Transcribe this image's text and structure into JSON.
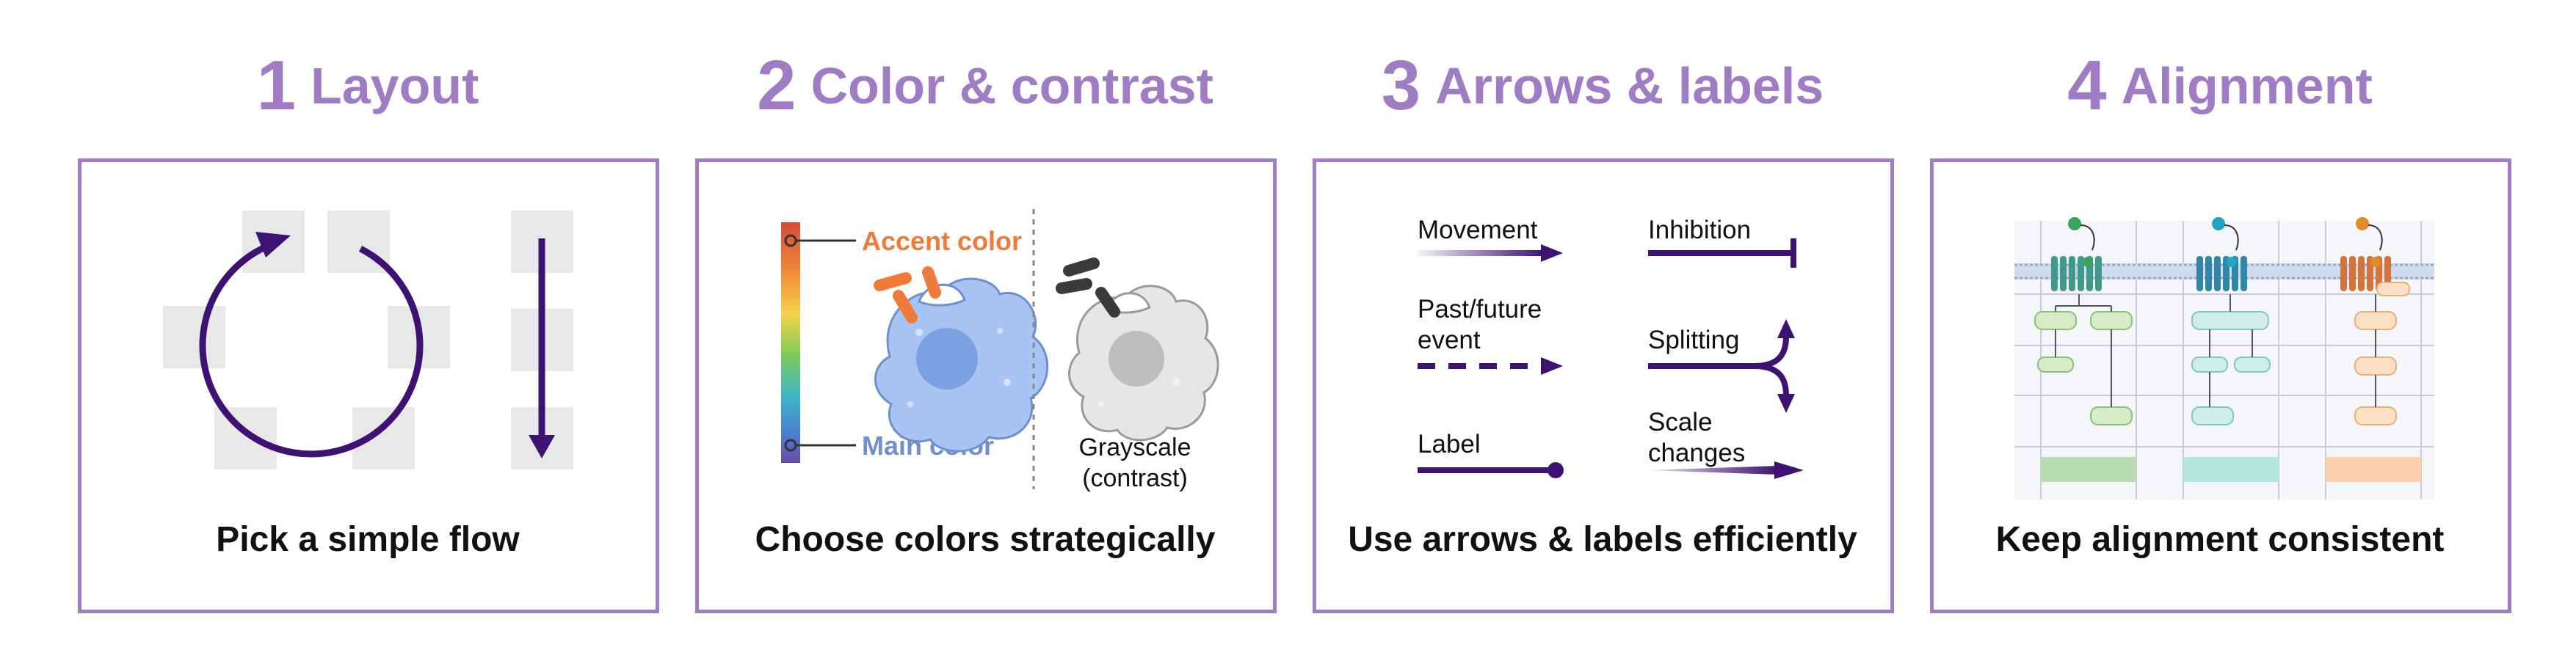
{
  "sections": [
    {
      "num": "1",
      "title": "Layout",
      "caption": "Pick a simple flow"
    },
    {
      "num": "2",
      "title": "Color & contrast",
      "caption": "Choose colors strategically"
    },
    {
      "num": "3",
      "title": "Arrows & labels",
      "caption": "Use arrows & labels efficiently"
    },
    {
      "num": "4",
      "title": "Alignment",
      "caption": "Keep alignment consistent"
    }
  ],
  "color_panel": {
    "accent_label": "Accent color",
    "main_label": "Main color",
    "gray_line1": "Grayscale",
    "gray_line2": "(contrast)"
  },
  "arrows_panel": {
    "movement": "Movement",
    "inhibition": "Inhibition",
    "past_line1": "Past/future",
    "past_line2": "event",
    "splitting": "Splitting",
    "label": "Label",
    "scale_line1": "Scale",
    "scale_line2": "changes"
  },
  "colors": {
    "heading": "#a07cc5",
    "arrow": "#3d1273",
    "accent": "#f07a3a",
    "main": "#6f8fcf",
    "tile": "#e8e8e8"
  }
}
